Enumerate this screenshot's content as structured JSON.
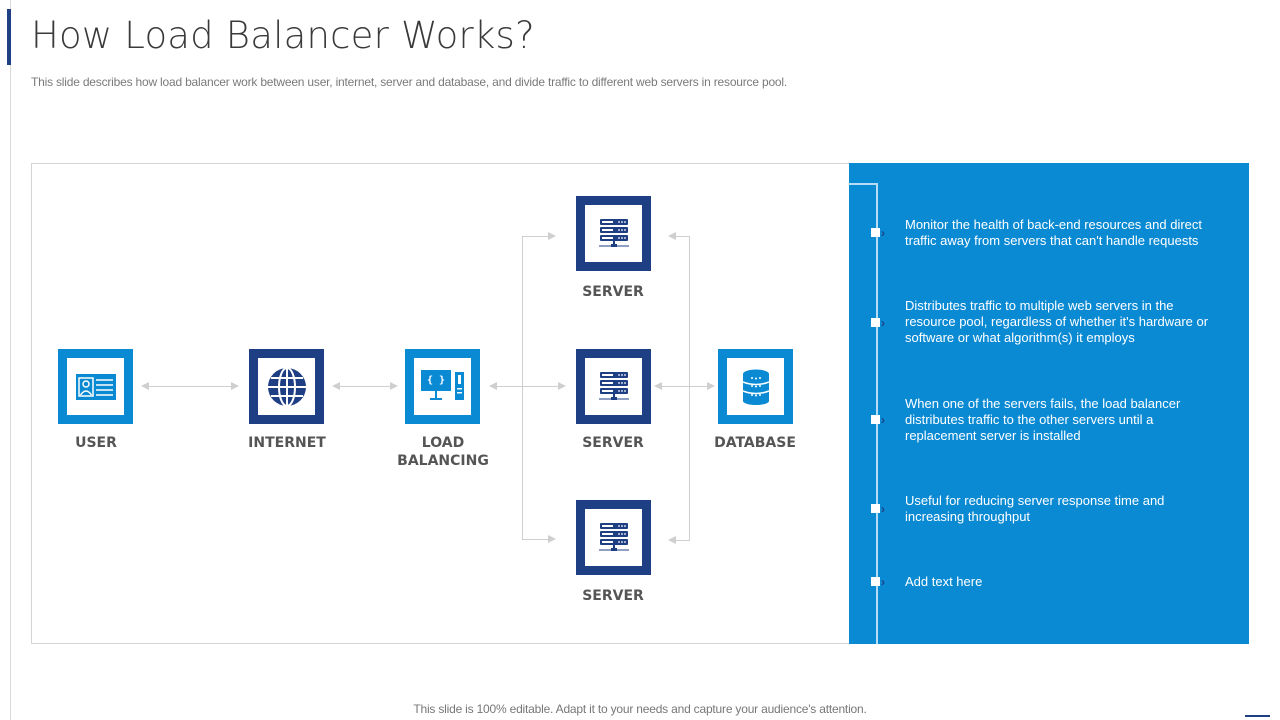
{
  "slide": {
    "title": "How Load Balancer Works?",
    "subtitle": "This slide describes how load balancer work between user, internet, server and database, and divide traffic to different web servers in resource pool.",
    "footer": "This slide is 100% editable. Adapt it to your needs and capture your audience's attention."
  },
  "colors": {
    "light_blue": "#0b8ad4",
    "dark_blue": "#1f3f84",
    "label_gray": "#555555",
    "connector_gray": "#cfcfcf"
  },
  "diagram": {
    "nodes": [
      {
        "id": "user",
        "label": "USER",
        "icon": "user-id-card-icon",
        "style": "light"
      },
      {
        "id": "internet",
        "label": "INTERNET",
        "icon": "globe-icon",
        "style": "dark"
      },
      {
        "id": "load_balancing",
        "label_line1": "LOAD",
        "label_line2": "BALANCING",
        "icon": "computer-code-icon",
        "style": "light"
      },
      {
        "id": "server_top",
        "label": "SERVER",
        "icon": "server-rack-icon",
        "style": "dark"
      },
      {
        "id": "server_mid",
        "label": "SERVER",
        "icon": "server-rack-icon",
        "style": "dark"
      },
      {
        "id": "server_bottom",
        "label": "SERVER",
        "icon": "server-rack-icon",
        "style": "dark"
      },
      {
        "id": "database",
        "label": "DATABASE",
        "icon": "database-icon",
        "style": "light"
      }
    ]
  },
  "panel": {
    "bullets": [
      {
        "text": "Monitor the health of back-end resources and direct traffic away from servers that can't handle requests"
      },
      {
        "text": "Distributes traffic to multiple web servers in the resource pool, regardless of whether it's hardware or software or what algorithm(s) it employs"
      },
      {
        "text": "When one of the servers fails, the load balancer distributes traffic to the other servers until a replacement server is installed"
      },
      {
        "text": "Useful for reducing server response time and increasing throughput"
      },
      {
        "text": "Add text here"
      }
    ]
  }
}
